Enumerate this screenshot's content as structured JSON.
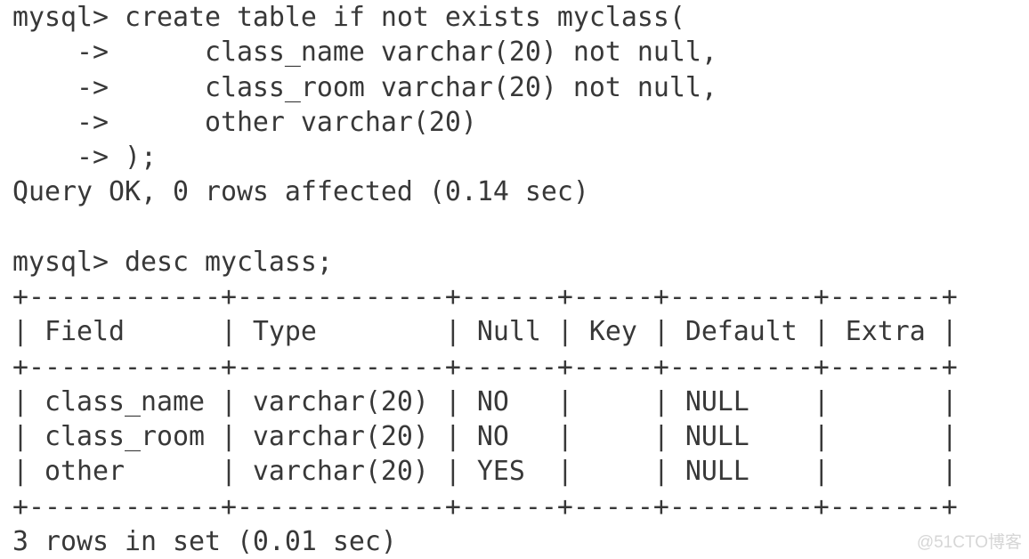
{
  "terminal": {
    "colors": {
      "background": "#ffffff",
      "text": "#383838",
      "watermark": "#d6d6d6"
    },
    "prompt": "mysql>",
    "continuation_prompt": "->",
    "lines": [
      "mysql> create table if not exists myclass(",
      "    ->      class_name varchar(20) not null,",
      "    ->      class_room varchar(20) not null,",
      "    ->      other varchar(20)",
      "    -> );",
      "Query OK, 0 rows affected (0.14 sec)",
      "",
      "mysql> desc myclass;",
      "+------------+-------------+------+-----+---------+-------+",
      "| Field      | Type        | Null | Key | Default | Extra |",
      "+------------+-------------+------+-----+---------+-------+",
      "| class_name | varchar(20) | NO   |     | NULL    |       |",
      "| class_room | varchar(20) | NO   |     | NULL    |       |",
      "| other      | varchar(20) | YES  |     | NULL    |       |",
      "+------------+-------------+------+-----+---------+-------+",
      "3 rows in set (0.01 sec)"
    ],
    "commands": [
      {
        "query": "create table if not exists myclass( class_name varchar(20) not null, class_room varchar(20) not null, other varchar(20) );",
        "status": "Query OK, 0 rows affected (0.14 sec)"
      },
      {
        "query": "desc myclass;",
        "status": "3 rows in set (0.01 sec)"
      }
    ],
    "result_table": {
      "headers": [
        "Field",
        "Type",
        "Null",
        "Key",
        "Default",
        "Extra"
      ],
      "rows": [
        [
          "class_name",
          "varchar(20)",
          "NO",
          "",
          "NULL",
          ""
        ],
        [
          "class_room",
          "varchar(20)",
          "NO",
          "",
          "NULL",
          ""
        ],
        [
          "other",
          "varchar(20)",
          "YES",
          "",
          "NULL",
          ""
        ]
      ]
    }
  },
  "watermark": {
    "text": "@51CTO博客"
  }
}
